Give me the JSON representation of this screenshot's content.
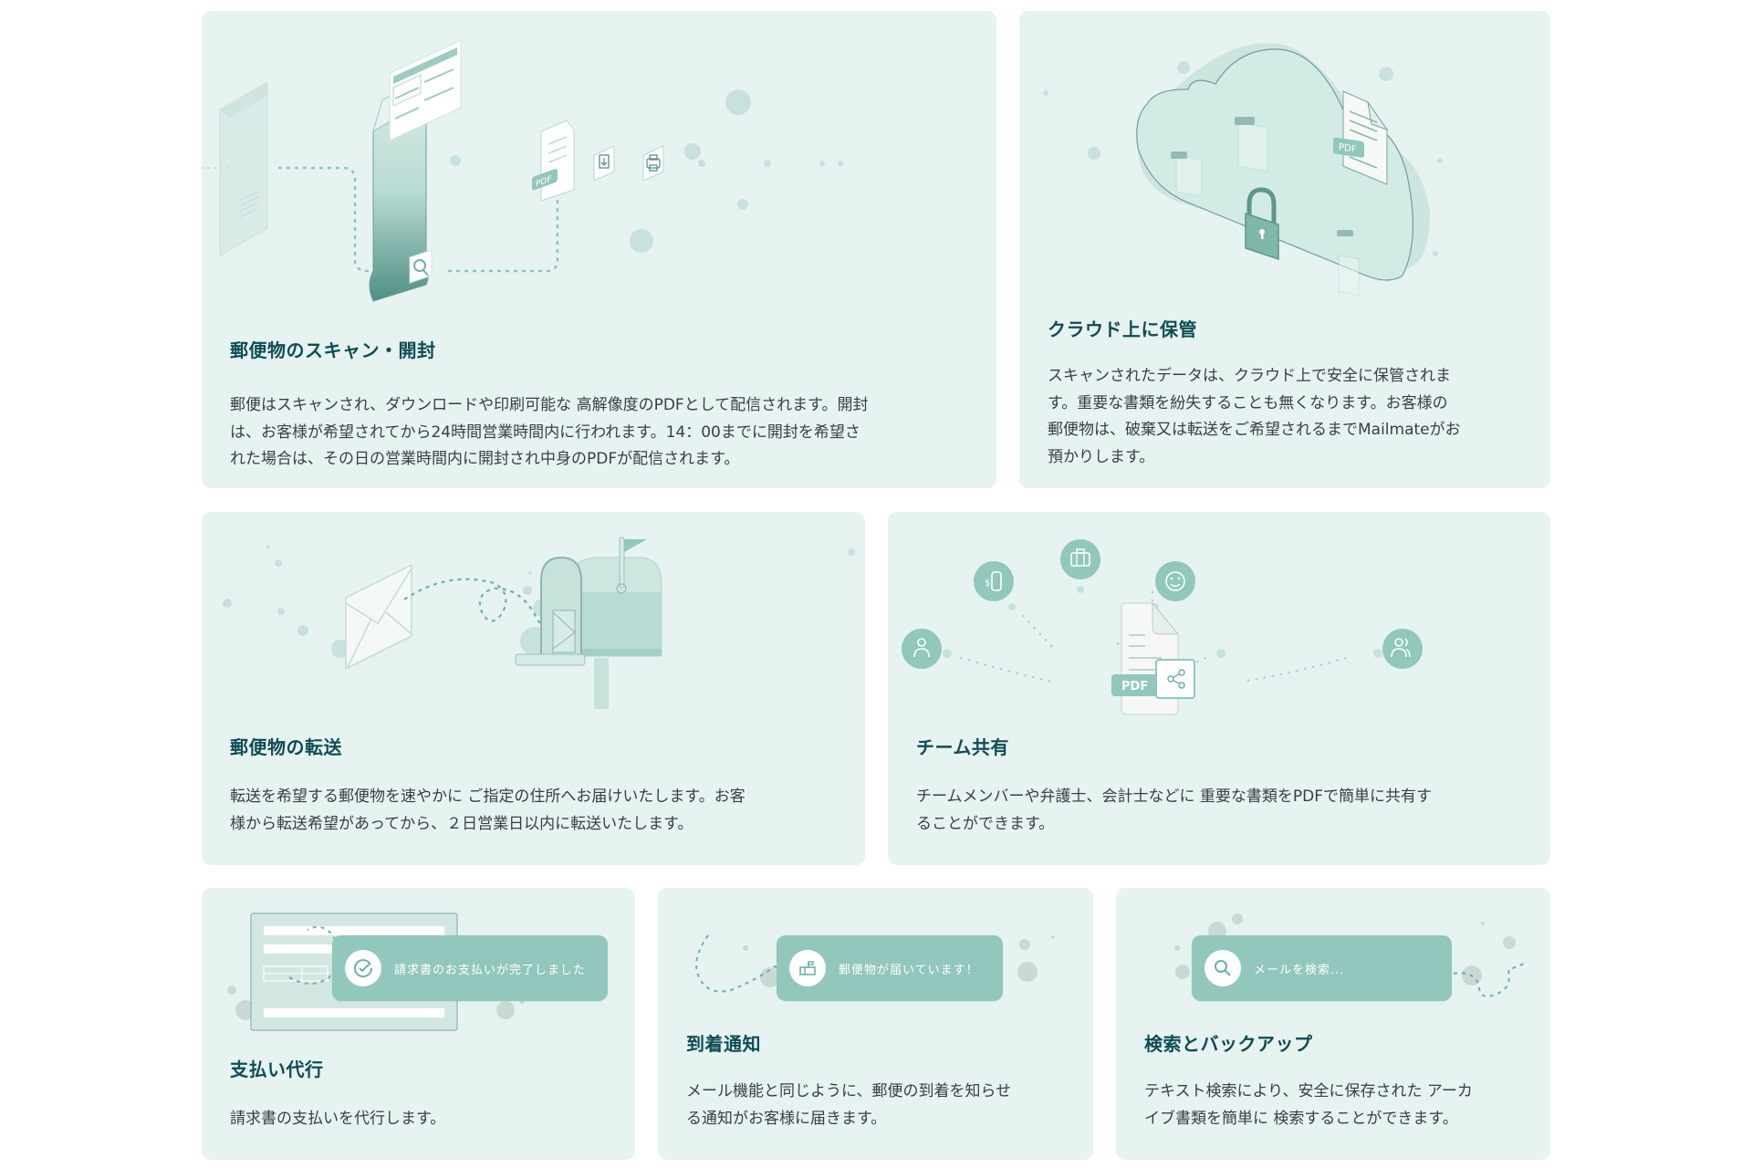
{
  "colors": {
    "card_bg": "#e6f3f1",
    "accent": "#91c7bc",
    "accent_dark": "#6fb0a3",
    "title": "#0f4c55",
    "body_text": "#3a3f41"
  },
  "features": [
    {
      "id": "scan",
      "title": "郵便物のスキャン・開封",
      "description_lines": [
        "郵便はスキャンされ、ダウンロードや印刷可能な 高解像度のPDFとして配信されます。開封",
        "は、お客様が希望されてから24時間営業時間内に行われます。14：00までに開封を希望さ",
        "れた場合は、その日の営業時間内に開封され中身のPDFが配信されます。"
      ],
      "illustration": {
        "icons": [
          "envelope-icon",
          "open-envelope-icon",
          "document-icon",
          "search-icon",
          "pdf-file-icon",
          "download-icon",
          "printer-icon"
        ],
        "pdf_label": "PDF"
      }
    },
    {
      "id": "cloud",
      "title": "クラウド上に保管",
      "description_lines": [
        "スキャンされたデータは、クラウド上で安全に保管されま",
        "す。重要な書類を紛失することも無くなります。お客様の",
        "郵便物は、破棄又は転送をご希望されるまでMailmateがお",
        "預かりします。"
      ],
      "illustration": {
        "icons": [
          "cloud-icon",
          "lock-icon",
          "pdf-file-icon"
        ],
        "pdf_label": "PDF"
      }
    },
    {
      "id": "forward",
      "title": "郵便物の転送",
      "description_lines": [
        "転送を希望する郵便物を速やかに ご指定の住所へお届けいたします。お客",
        "様から転送希望があってから、２日営業日以内に転送いたします。"
      ],
      "illustration": {
        "icons": [
          "envelope-icon",
          "mailbox-icon"
        ]
      }
    },
    {
      "id": "team",
      "title": "チーム共有",
      "description_lines": [
        "チームメンバーや弁護士、会計士などに 重要な書類をPDFで簡単に共有す",
        "ることができます。"
      ],
      "illustration": {
        "icons": [
          "user-icon",
          "coins-icon",
          "briefcase-icon",
          "smile-icon",
          "users-icon",
          "document-icon",
          "share-icon"
        ],
        "pdf_label": "PDF"
      }
    },
    {
      "id": "payment",
      "title": "支払い代行",
      "description_lines": [
        "請求書の支払いを代行します。"
      ],
      "illustration": {
        "notification": "請求書のお支払いが完了しました",
        "icon": "check-circle-icon"
      }
    },
    {
      "id": "notify",
      "title": "到着通知",
      "description_lines": [
        "メール機能と同じように、郵便の到着を知らせ",
        "る通知がお客様に届きます。"
      ],
      "illustration": {
        "notification": "郵便物が届いています！",
        "icon": "mailbox-icon"
      }
    },
    {
      "id": "search",
      "title": "検索とバックアップ",
      "description_lines": [
        "テキスト検索により、安全に保存された アーカ",
        "イブ書類を簡単に 検索することができます。"
      ],
      "illustration": {
        "search_placeholder": "メールを検索...",
        "icon": "search-icon"
      }
    }
  ]
}
